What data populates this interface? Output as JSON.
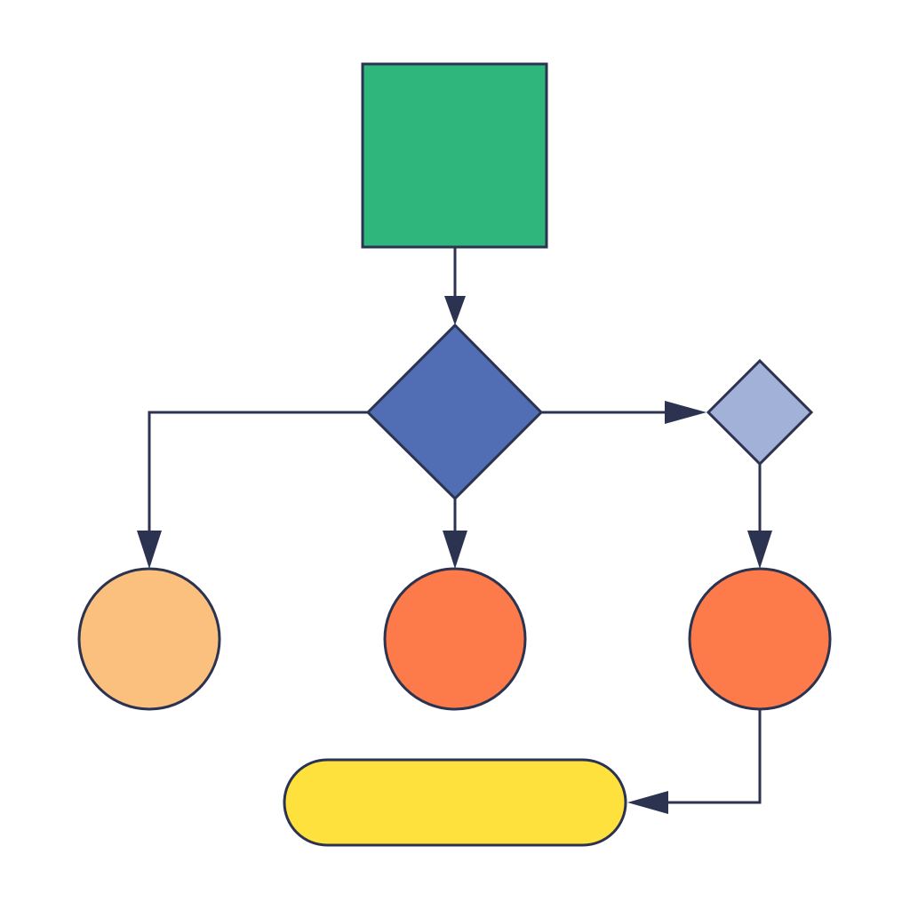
{
  "diagram": {
    "colors": {
      "background": "#ffffff",
      "stroke": "#2b3350",
      "start_fill": "#2eb67d",
      "decision_primary_fill": "#516db3",
      "decision_secondary_fill": "#a2b1d8",
      "result_light_fill": "#fbbf7e",
      "result_orange_fill": "#fd7b4a",
      "end_fill": "#fee13d"
    },
    "nodes": [
      {
        "id": "start",
        "shape": "square",
        "fill_key": "start_fill"
      },
      {
        "id": "decision-main",
        "shape": "diamond",
        "fill_key": "decision_primary_fill"
      },
      {
        "id": "decision-secondary",
        "shape": "diamond",
        "fill_key": "decision_secondary_fill"
      },
      {
        "id": "result-left",
        "shape": "circle",
        "fill_key": "result_light_fill"
      },
      {
        "id": "result-middle",
        "shape": "circle",
        "fill_key": "result_orange_fill"
      },
      {
        "id": "result-right",
        "shape": "circle",
        "fill_key": "result_orange_fill"
      },
      {
        "id": "end",
        "shape": "rounded-rectangle",
        "fill_key": "end_fill"
      }
    ],
    "edges": [
      {
        "from": "start",
        "to": "decision-main"
      },
      {
        "from": "decision-main",
        "to": "result-left"
      },
      {
        "from": "decision-main",
        "to": "result-middle"
      },
      {
        "from": "decision-main",
        "to": "decision-secondary"
      },
      {
        "from": "decision-secondary",
        "to": "result-right"
      },
      {
        "from": "result-right",
        "to": "end"
      }
    ]
  }
}
